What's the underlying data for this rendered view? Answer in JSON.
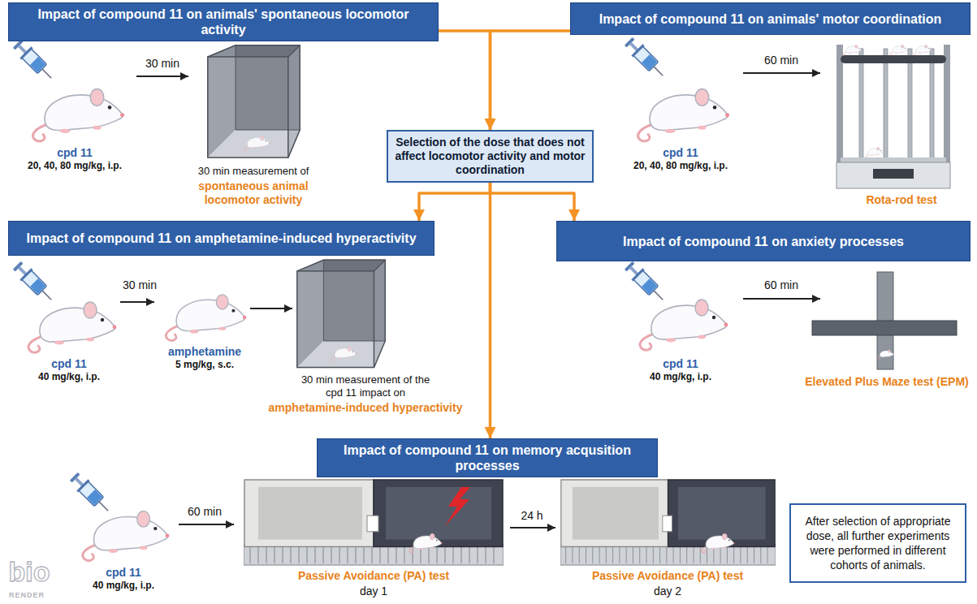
{
  "diagram": {
    "nodes": [
      {
        "text": [
          "Impact of compound 11 on animals' spontaneous locomotor activity"
        ]
      },
      {
        "text": [
          "Impact of compound 11 on animals' motor coordination"
        ]
      },
      {
        "text": [
          "Selection of the dose that does not affect locomotor activity and motor coordination"
        ]
      },
      {
        "text": [
          "Impact of compound 11 on amphetamine-induced hyperactivity"
        ]
      },
      {
        "text": [
          "Impact of compound 11 on anxiety processes"
        ]
      },
      {
        "text": [
          "Impact of compound 11 on memory acqusition processes"
        ]
      },
      {
        "text": [
          "After selection of appropriate dose, all further experiments were performed in different cohorts of animals."
        ]
      }
    ],
    "edges": [
      {
        "from": 0,
        "to": 2,
        "arrow": "to"
      },
      {
        "from": 1,
        "to": 2,
        "arrow": "to"
      },
      {
        "from": 2,
        "to": 3,
        "arrow": "to"
      },
      {
        "from": 2,
        "to": 4,
        "arrow": "to"
      },
      {
        "from": 2,
        "to": 5,
        "arrow": "to"
      }
    ],
    "labels": [
      "cpd 11",
      "20, 40, 80 mg/kg, i.p.",
      "30 min",
      "30 min measurement of",
      "spontaneous animal locomotor activity",
      "cpd 11",
      "20, 40, 80 mg/kg, i.p.",
      "60 min",
      "Rota-rod test",
      "cpd 11",
      "40 mg/kg, i.p.",
      "30 min",
      "amphetamine",
      "5 mg/kg, s.c.",
      "30 min measurement of the cpd 11 impact on",
      "amphetamine-induced hyperactivity",
      "cpd 11",
      "40 mg/kg, i.p.",
      "60 min",
      "Elevated Plus Maze test (EPM)",
      "cpd 11",
      "40 mg/kg, i.p.",
      "60 min",
      "Passive Avoidance (PA) test",
      "day 1",
      "24 h",
      "Passive Avoidance (PA) test",
      "day 2",
      "bio",
      "RENDER"
    ]
  }
}
